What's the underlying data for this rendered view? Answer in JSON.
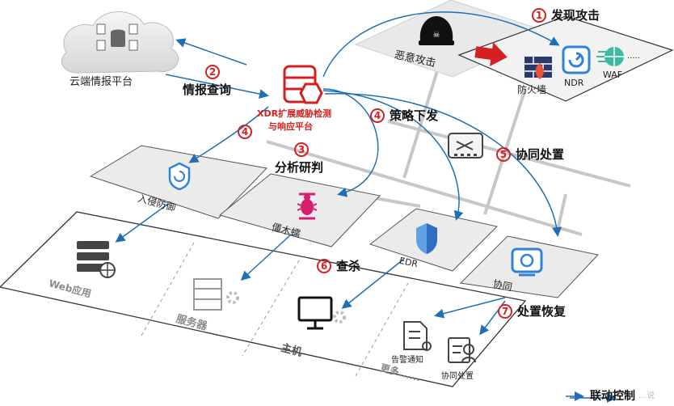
{
  "cloud": {
    "label": "云端情报平台"
  },
  "xdr": {
    "title_line1": "XDR扩展威胁检测",
    "title_line2": "与响应平台"
  },
  "attack": {
    "label": "恶意攻击"
  },
  "devices": {
    "firewall": "防火墙",
    "ndr": "NDR",
    "waf": "WAF",
    "waf_more": "....."
  },
  "modules": {
    "intrusion": "入侵防御",
    "honeypot": "僵木蠕",
    "edr": "EDR",
    "collab": "协同"
  },
  "assets": {
    "web": "Web应用",
    "server": "服务器",
    "host": "主机",
    "more": "更多......",
    "alert": "告警通知",
    "collab_handle": "协同处置"
  },
  "steps": [
    {
      "num": "1",
      "label": "发现攻击"
    },
    {
      "num": "2",
      "label": "情报查询"
    },
    {
      "num": "3",
      "label": "分析研判"
    },
    {
      "num": "4",
      "label": "策略下发"
    },
    {
      "num": "4",
      "label": ""
    },
    {
      "num": "5",
      "label": "协同处置"
    },
    {
      "num": "6",
      "label": "查杀"
    },
    {
      "num": "7",
      "label": "处置恢复"
    }
  ],
  "legend": {
    "label": "联动控制",
    "watermark": "…说"
  },
  "colors": {
    "arrow": "#1f6fb5",
    "accent_red": "#d42020",
    "panel": "#e8e8e8"
  }
}
